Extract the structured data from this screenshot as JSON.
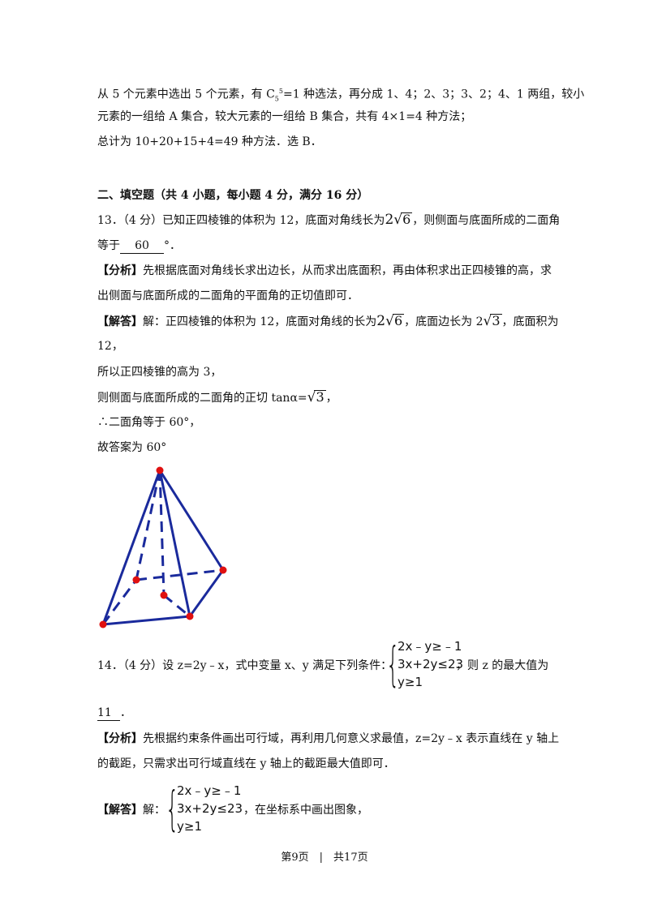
{
  "prev_solution": {
    "l1_a": "从 5 个元素中选出 5 个元素，有 C",
    "l1_sub": "5",
    "l1_sup": "5",
    "l1_b": "=1 种选法，再分成 1、4；2、3；3、2；4、1 两组，较小",
    "l2": "元素的一组给 A 集合，较大元素的一组给 B 集合，共有 4×1=4 种方法；",
    "l3": "总计为 10+20+15+4=49 种方法．选 B．"
  },
  "section_title": "二、填空题（共 4 小题，每小题 4 分，满分 16 分）",
  "q13": {
    "stem_a": "13．（4 分）已知正四棱锥的体积为 12，底面对角线长为",
    "coef1": "2",
    "rad1": "6",
    "stem_b": "，则侧面与底面所成的二面角",
    "stem2_a": "等于",
    "answer": "60",
    "stem2_b": "°．",
    "analysis_label": "【分析】",
    "analysis_1": "先根据底面对角线长求出边长，从而求出底面积，再由体积求出正四棱锥的高，求",
    "analysis_2": "出侧面与底面所成的二面角的平面角的正切值即可．",
    "solution_label": "【解答】",
    "sol_1a": "解：正四棱锥的体积为 12，底面对角线的长为",
    "sol_1_coef": "2",
    "sol_1_rad": "6",
    "sol_1b": "，底面边长为 2",
    "sol_1_rad2": "3",
    "sol_1c": "，底面积为",
    "sol_2": "12，",
    "sol_3": "所以正四棱锥的高为 3，",
    "sol_4a": "则侧面与底面所成的二面角的正切 tanα=",
    "sol_4_rad": "3",
    "sol_4b": "，",
    "sol_5": "∴二面角等于 60°，",
    "sol_6": "故答案为 60°"
  },
  "q14": {
    "stem_a": "14．（4 分）设 z=2y﹣x，式中变量 x、y 满足下列条件：",
    "stem_b": "，则 z 的最大值为",
    "constraints": [
      "2x﹣y≥﹣1",
      "3x+2y≤23",
      "y≥1"
    ],
    "answer": "11",
    "answer_tail": "．",
    "analysis_label": "【分析】",
    "analysis_1": "先根据约束条件画出可行域，再利用几何意义求最值，z=2y﹣x 表示直线在 y 轴上",
    "analysis_2": "的截距，只需求出可行域直线在 y 轴上的截距最大值即可．",
    "solution_label": "【解答】",
    "sol_a": "解：",
    "sol_b": "，在坐标系中画出图象，"
  },
  "footer": {
    "text": "第9页　|　共17页"
  },
  "colors": {
    "pyramid_edge": "#1a2a9c",
    "pyramid_vertex": "#e01010"
  }
}
